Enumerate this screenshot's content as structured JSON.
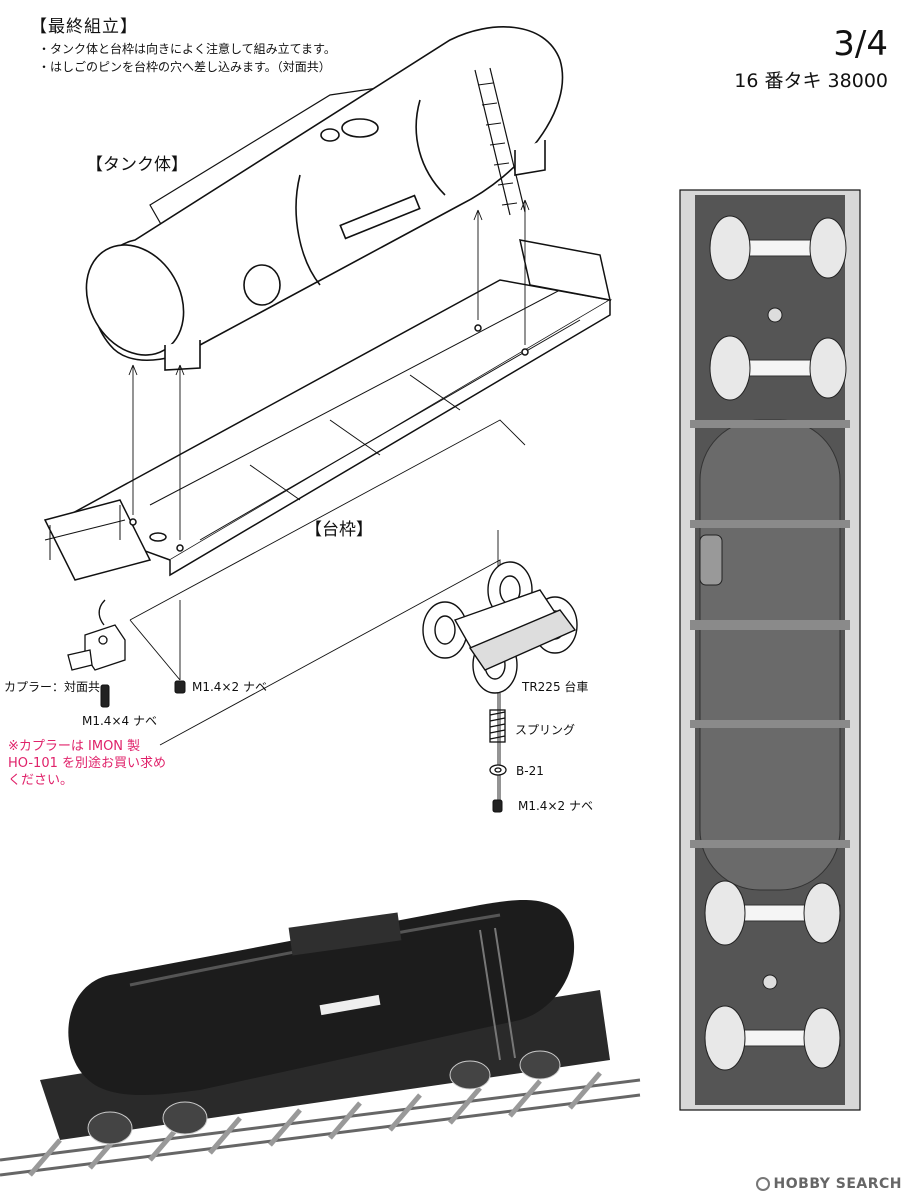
{
  "header": {
    "section_title": "【最終組立】",
    "notes": [
      "・タンク体と台枠は向きによく注意して組み立てます。",
      "・はしごのピンを台枠の穴へ差し込みます。（対面共）"
    ],
    "page_number": "3/4",
    "model_name": "16 番タキ 38000"
  },
  "labels": {
    "tank_body": "【タンク体】",
    "underframe": "【台枠】",
    "coupler": "カプラー：対面共",
    "screw_left_small": "M1.4×2 ナベ",
    "screw_coupler": "M1.4×4 ナベ",
    "bogie": "TR225 台車",
    "spring": "スプリング",
    "washer": "B-21",
    "screw_bogie": "M1.4×2 ナベ"
  },
  "warning_note": "※カプラーは IMON 製 HO-101 を別途お買い求めください。",
  "watermark": "HOBBY SEARCH"
}
